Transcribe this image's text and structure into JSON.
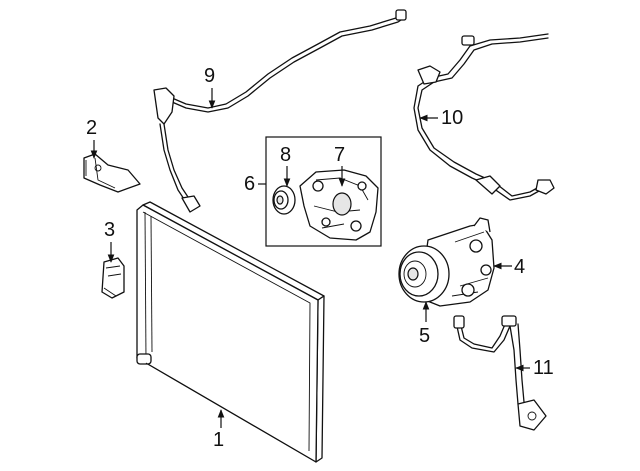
{
  "callouts": {
    "c1": "1",
    "c2": "2",
    "c3": "3",
    "c4": "4",
    "c5": "5",
    "c6": "6",
    "c7": "7",
    "c8": "8",
    "c9": "9",
    "c10": "10",
    "c11": "11"
  },
  "colors": {
    "line": "#111111",
    "background": "#ffffff",
    "shade": "#e6e6e6"
  }
}
